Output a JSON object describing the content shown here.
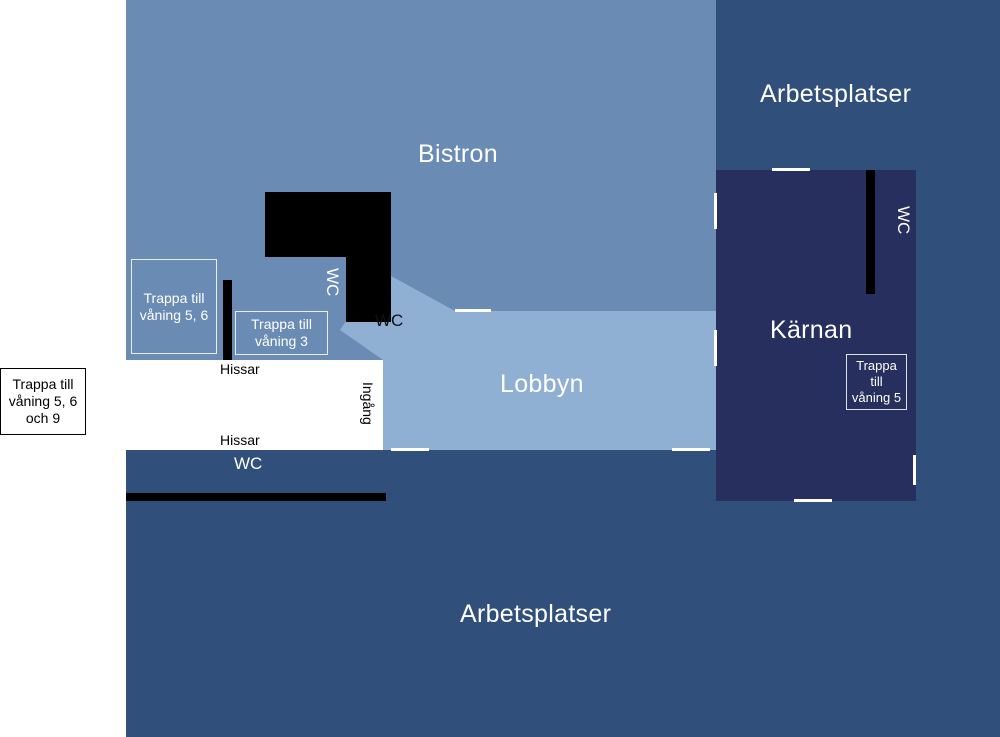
{
  "colors": {
    "workspace": "#314f7b",
    "bistro": "#6a8bb3",
    "lobby": "#8fb0d3",
    "core": "#262f5d",
    "entrance": "#ffffff",
    "wall": "#000000"
  },
  "zones": {
    "arbetsplatser_top": "Arbetsplatser",
    "arbetsplatser_bottom": "Arbetsplatser",
    "bistron": "Bistron",
    "lobbyn": "Lobbyn",
    "karnan": "Kärnan"
  },
  "wc": {
    "wc_vertical_bistro": "WC",
    "wc_diagonal": "WC",
    "wc_bottom": "WC",
    "wc_core": "WC"
  },
  "stairs": {
    "stair_5_6": "Trappa till\nvåning 5, 6",
    "stair_3": "Trappa till\nvåning 3",
    "stair_core_5": "Trappa\ntill\nvåning 5",
    "stair_external": "Trappa till\nvåning 5, 6\noch 9"
  },
  "entrance": {
    "hissar_top": "Hissar",
    "hissar_bottom": "Hissar",
    "ingang": "Ingång"
  }
}
